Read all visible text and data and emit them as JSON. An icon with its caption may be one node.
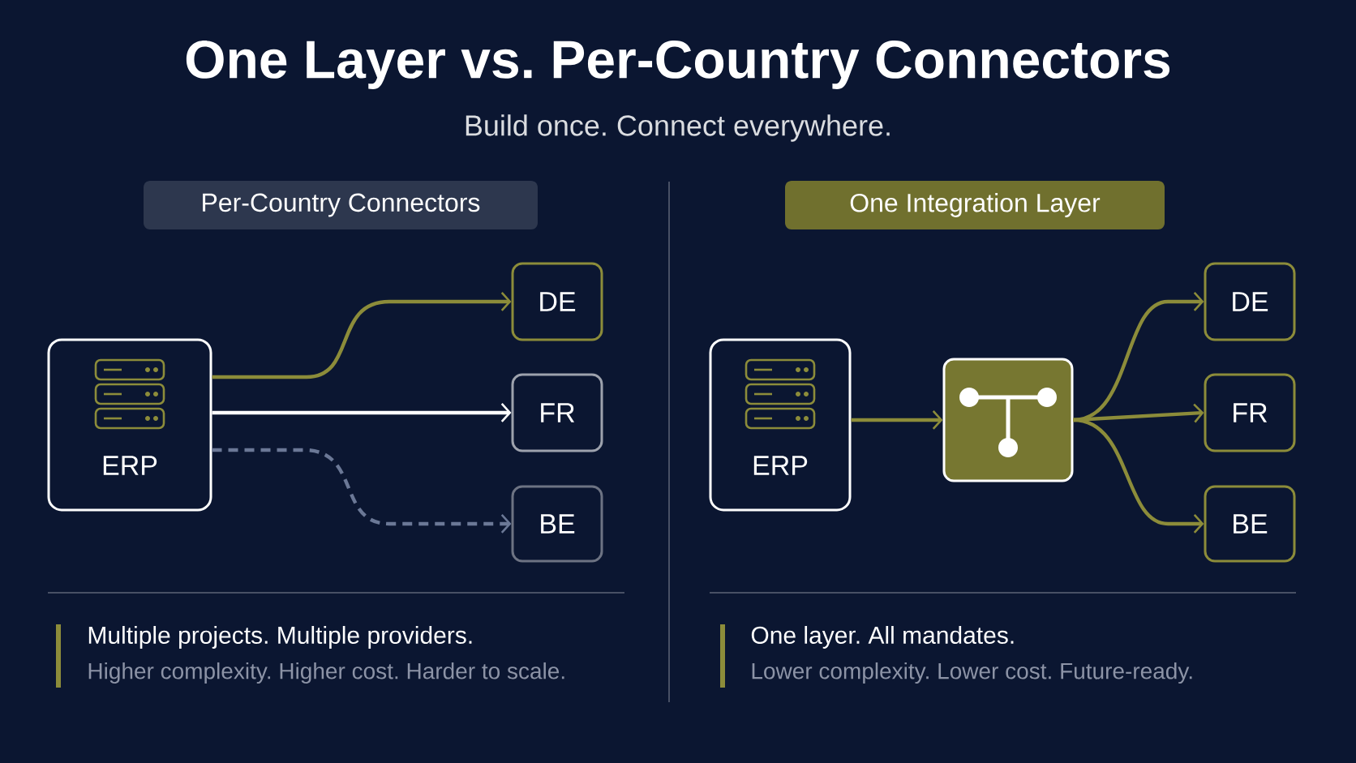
{
  "diagram": {
    "title": "One Layer vs. Per-Country Connectors",
    "caption": "Build once. Connect everywhere.",
    "nodes": [
      {
        "text": [
          "Per-Country Connectors"
        ]
      },
      {
        "text": [
          "One Integration Layer"
        ]
      },
      {
        "text": [
          "ERP"
        ]
      },
      {
        "text": [
          "DE"
        ]
      },
      {
        "text": [
          "FR"
        ]
      },
      {
        "text": [
          "BE"
        ]
      },
      {
        "text": [
          "ERP"
        ]
      },
      {
        "text": [],
        "shape": "box"
      },
      {
        "text": [
          "DE"
        ]
      },
      {
        "text": [
          "FR"
        ]
      },
      {
        "text": [
          "BE"
        ]
      }
    ],
    "edges": [
      {
        "from": 2,
        "to": 3,
        "arrow": "to"
      },
      {
        "from": 2,
        "to": 4,
        "arrow": "to",
        "color": "#ffffff"
      },
      {
        "from": 2,
        "to": 5,
        "arrow": "to",
        "style": "dashed",
        "color": "#6b7896"
      },
      {
        "from": 6,
        "to": 7,
        "arrow": "to"
      },
      {
        "from": 7,
        "to": 8,
        "arrow": "to"
      },
      {
        "from": 7,
        "to": 9,
        "arrow": "to"
      },
      {
        "from": 7,
        "to": 10,
        "arrow": "to"
      }
    ],
    "labels": [
      "Multiple projects. Multiple providers.",
      "Higher complexity. Higher cost. Harder to scale.",
      "One layer. All mandates.",
      "Lower complexity. Lower cost. Future-ready."
    ]
  }
}
